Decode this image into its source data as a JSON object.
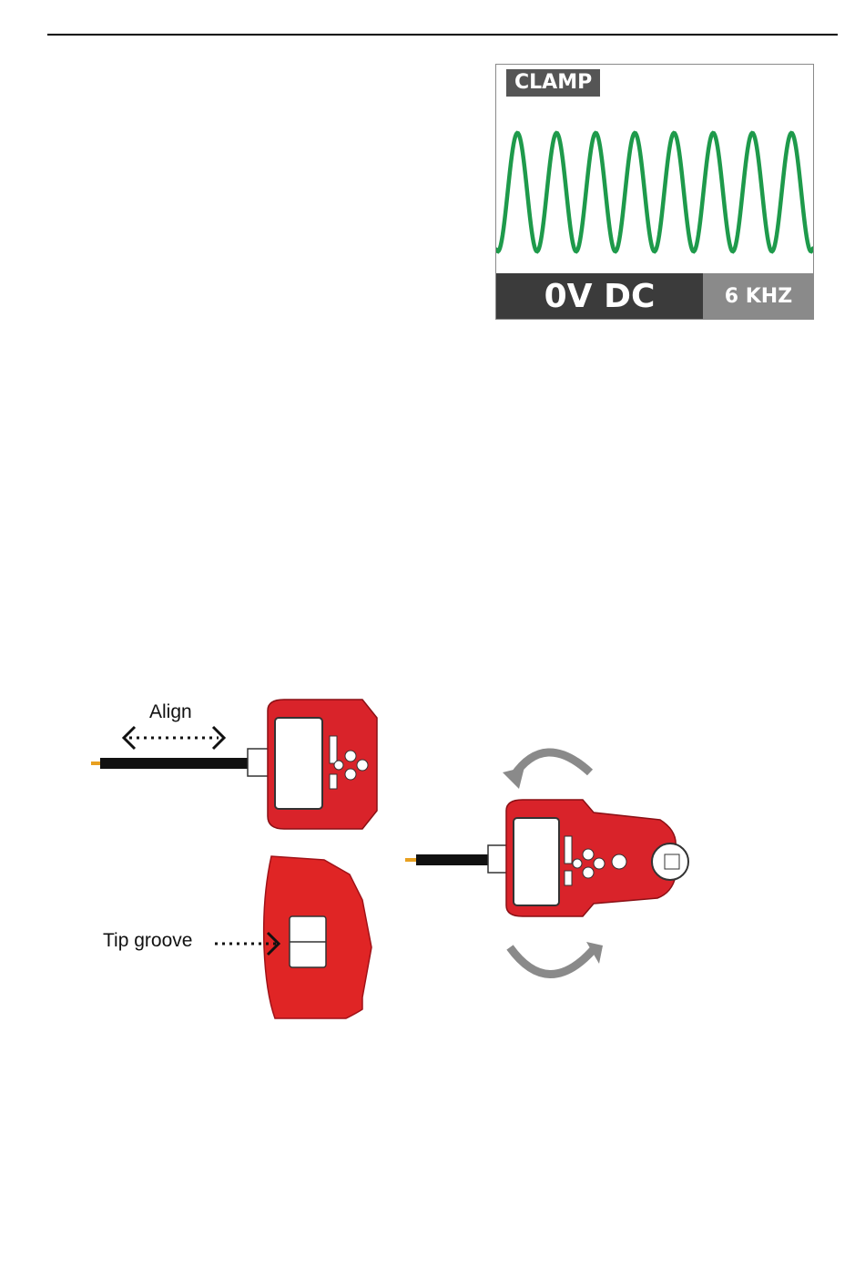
{
  "screen": {
    "mode": "CLAMP",
    "voltage_readout": "0V DC",
    "frequency_readout": "6 KHZ",
    "colors": {
      "wave": "#1e9a4b",
      "badge": "#555555",
      "readout_main": "#3b3b3b",
      "readout_freq": "#8a8a8a"
    }
  },
  "figure": {
    "align_label": "Align",
    "tip_groove_label": "Tip groove",
    "colors": {
      "device": "#d9232a",
      "cable": "#111111",
      "arrow": "#8a8a8a"
    }
  }
}
